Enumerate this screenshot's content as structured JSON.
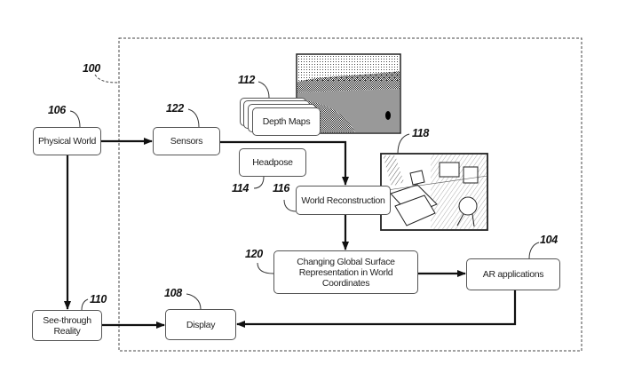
{
  "diagram": {
    "system_boundary": {
      "ref": "100"
    },
    "nodes": [
      {
        "id": "physical-world",
        "label": "Physical World",
        "ref": "106"
      },
      {
        "id": "sensors",
        "label": "Sensors",
        "ref": "122"
      },
      {
        "id": "depth-maps",
        "label": "Depth Maps",
        "ref": "112"
      },
      {
        "id": "headpose",
        "label": "Headpose",
        "ref": "114"
      },
      {
        "id": "world-reconstruction",
        "label": "World Reconstruction",
        "ref": "116"
      },
      {
        "id": "reconstruction-image",
        "label": "",
        "ref": "118"
      },
      {
        "id": "global-surface",
        "label": "Changing Global Surface Representation in World Coordinates",
        "label_lines": [
          "Changing Global Surface",
          "Representation in World",
          "Coordinates"
        ],
        "ref": "120"
      },
      {
        "id": "ar-applications",
        "label": "AR applications",
        "ref": "104"
      },
      {
        "id": "see-through",
        "label": "See-through Reality",
        "label_lines": [
          "See-through",
          "Reality"
        ],
        "ref": "110"
      },
      {
        "id": "display",
        "label": "Display",
        "ref": "108"
      }
    ],
    "edges": [
      {
        "from": "physical-world",
        "to": "sensors"
      },
      {
        "from": "sensors",
        "to": "world-reconstruction"
      },
      {
        "from": "world-reconstruction",
        "to": "global-surface"
      },
      {
        "from": "global-surface",
        "to": "ar-applications"
      },
      {
        "from": "ar-applications",
        "to": "display"
      },
      {
        "from": "physical-world",
        "to": "see-through"
      },
      {
        "from": "see-through",
        "to": "display"
      }
    ]
  }
}
